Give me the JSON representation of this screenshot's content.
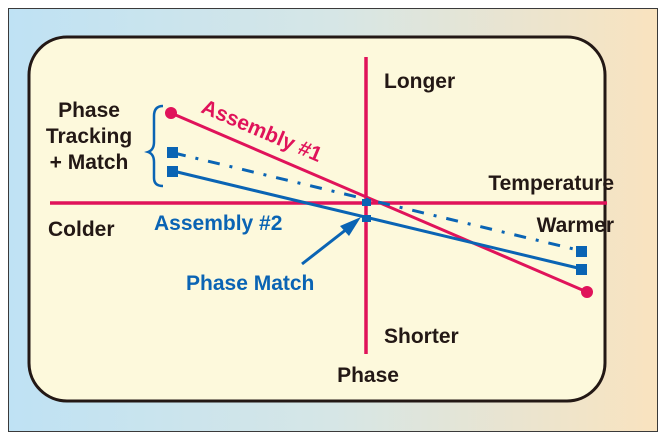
{
  "colors": {
    "assembly1": "#e0135a",
    "assembly2": "#0a64b4",
    "axis": "#e0135a",
    "text": "#231815",
    "panel_bg": "#fdf9dc",
    "frame_left": "#bfe2f4",
    "frame_right": "#f9e3bf"
  },
  "labels": {
    "phase_tracking_line1": "Phase",
    "phase_tracking_line2": "Tracking",
    "phase_tracking_line3": "+ Match",
    "assembly1": "Assembly #1",
    "assembly2": "Assembly #2",
    "longer": "Longer",
    "shorter": "Shorter",
    "temperature": "Temperature",
    "colder": "Colder",
    "warmer": "Warmer",
    "phase_axis": "Phase",
    "phase_match": "Phase Match"
  },
  "icons": {
    "circle_marker": "circle-marker",
    "square_marker": "square-marker",
    "brace": "curly-brace",
    "arrow": "arrow"
  }
}
